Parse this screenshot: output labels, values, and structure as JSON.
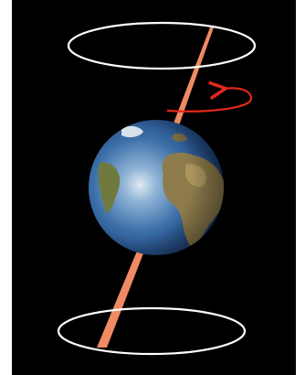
{
  "figure": {
    "subject": "earth-globe",
    "elements": [
      "top-orbit-ring",
      "bottom-orbit-ring",
      "rotation-axis",
      "rotation-arrow",
      "earth-globe"
    ]
  },
  "colors": {
    "background": "#000000",
    "ring": "#ffffff",
    "axis": "#f08a64",
    "arrow": "#e0281c",
    "ocean": "#2a5f9e",
    "land": "#8a7a4a"
  }
}
